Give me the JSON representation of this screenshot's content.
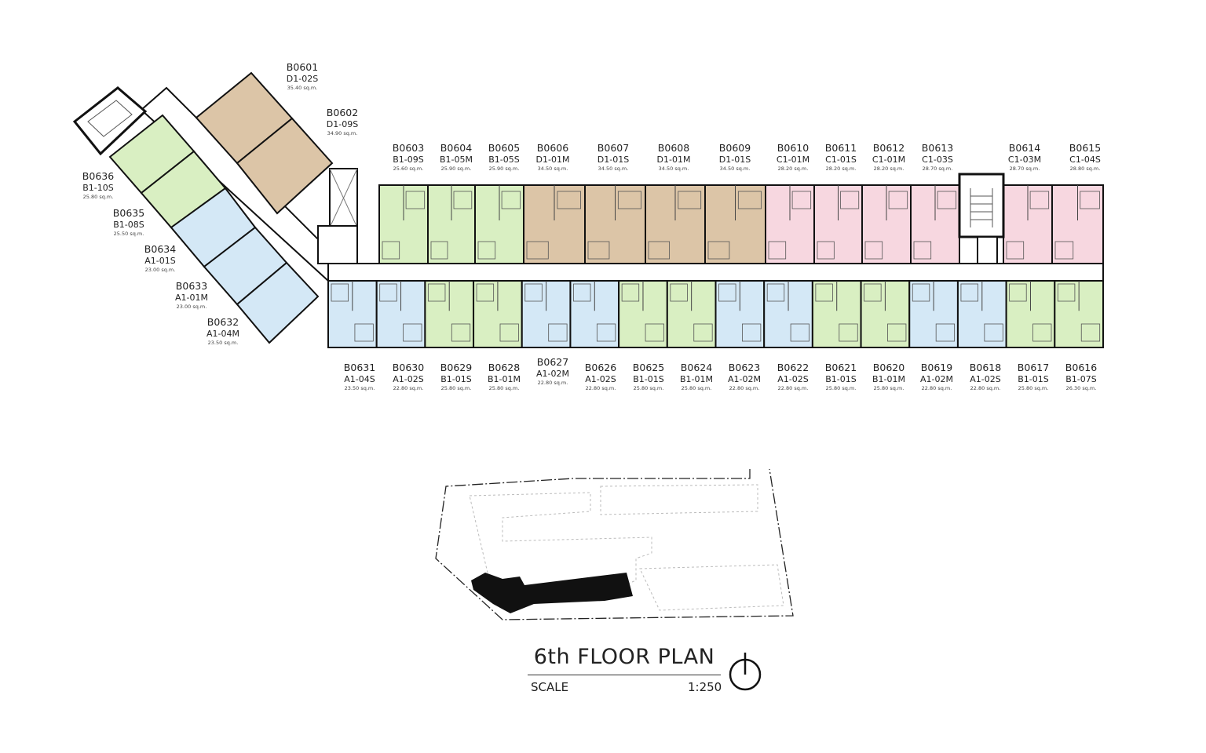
{
  "colors": {
    "green": "#d9efc2",
    "tan": "#dcc5a7",
    "pink": "#f7d7e0",
    "blue": "#d4e8f6"
  },
  "units_top": [
    {
      "id": "B0603",
      "type": "B1-09S",
      "area": "25.60 sq.m.",
      "zone": "green"
    },
    {
      "id": "B0604",
      "type": "B1-05M",
      "area": "25.90 sq.m.",
      "zone": "green"
    },
    {
      "id": "B0605",
      "type": "B1-05S",
      "area": "25.90 sq.m.",
      "zone": "green"
    },
    {
      "id": "B0606",
      "type": "D1-01M",
      "area": "34.50 sq.m.",
      "zone": "tan"
    },
    {
      "id": "B0607",
      "type": "D1-01S",
      "area": "34.50 sq.m.",
      "zone": "tan"
    },
    {
      "id": "B0608",
      "type": "D1-01M",
      "area": "34.50 sq.m.",
      "zone": "tan"
    },
    {
      "id": "B0609",
      "type": "D1-01S",
      "area": "34.50 sq.m.",
      "zone": "tan"
    },
    {
      "id": "B0610",
      "type": "C1-01M",
      "area": "28.20 sq.m.",
      "zone": "pink"
    },
    {
      "id": "B0611",
      "type": "C1-01S",
      "area": "28.20 sq.m.",
      "zone": "pink"
    },
    {
      "id": "B0612",
      "type": "C1-01M",
      "area": "28.20 sq.m.",
      "zone": "pink"
    },
    {
      "id": "B0613",
      "type": "C1-03S",
      "area": "28.70 sq.m.",
      "zone": "pink"
    },
    {
      "id": "B0614",
      "type": "C1-03M",
      "area": "28.70 sq.m.",
      "zone": "pink"
    },
    {
      "id": "B0615",
      "type": "C1-04S",
      "area": "28.80 sq.m.",
      "zone": "pink"
    }
  ],
  "units_bottom": [
    {
      "id": "B0631",
      "type": "A1-04S",
      "area": "23.50 sq.m.",
      "zone": "blue"
    },
    {
      "id": "B0630",
      "type": "A1-02S",
      "area": "22.80 sq.m.",
      "zone": "blue"
    },
    {
      "id": "B0629",
      "type": "B1-01S",
      "area": "25.80 sq.m.",
      "zone": "green"
    },
    {
      "id": "B0628",
      "type": "B1-01M",
      "area": "25.80 sq.m.",
      "zone": "green"
    },
    {
      "id": "B0627",
      "type": "A1-02M",
      "area": "22.80 sq.m.",
      "zone": "blue"
    },
    {
      "id": "B0626",
      "type": "A1-02S",
      "area": "22.80 sq.m.",
      "zone": "blue"
    },
    {
      "id": "B0625",
      "type": "B1-01S",
      "area": "25.80 sq.m.",
      "zone": "green"
    },
    {
      "id": "B0624",
      "type": "B1-01M",
      "area": "25.80 sq.m.",
      "zone": "green"
    },
    {
      "id": "B0623",
      "type": "A1-02M",
      "area": "22.80 sq.m.",
      "zone": "blue"
    },
    {
      "id": "B0622",
      "type": "A1-02S",
      "area": "22.80 sq.m.",
      "zone": "blue"
    },
    {
      "id": "B0621",
      "type": "B1-01S",
      "area": "25.80 sq.m.",
      "zone": "green"
    },
    {
      "id": "B0620",
      "type": "B1-01M",
      "area": "25.80 sq.m.",
      "zone": "green"
    },
    {
      "id": "B0619",
      "type": "A1-02M",
      "area": "22.80 sq.m.",
      "zone": "blue"
    },
    {
      "id": "B0618",
      "type": "A1-02S",
      "area": "22.80 sq.m.",
      "zone": "blue"
    },
    {
      "id": "B0617",
      "type": "B1-01S",
      "area": "25.80 sq.m.",
      "zone": "green"
    },
    {
      "id": "B0616",
      "type": "B1-07S",
      "area": "26.30 sq.m.",
      "zone": "green"
    }
  ],
  "units_wing": [
    {
      "id": "B0601",
      "type": "D1-02S",
      "area": "35.40 sq.m.",
      "zone": "tan"
    },
    {
      "id": "B0602",
      "type": "D1-09S",
      "area": "34.90 sq.m.",
      "zone": "tan"
    },
    {
      "id": "B0636",
      "type": "B1-10S",
      "area": "25.80 sq.m.",
      "zone": "green"
    },
    {
      "id": "B0635",
      "type": "B1-08S",
      "area": "25.50 sq.m.",
      "zone": "green"
    },
    {
      "id": "B0634",
      "type": "A1-01S",
      "area": "23.00 sq.m.",
      "zone": "blue"
    },
    {
      "id": "B0633",
      "type": "A1-01M",
      "area": "23.00 sq.m.",
      "zone": "blue"
    },
    {
      "id": "B0632",
      "type": "A1-04M",
      "area": "23.50 sq.m.",
      "zone": "blue"
    }
  ],
  "title": "6th FLOOR PLAN",
  "scale_label": "SCALE",
  "scale_value": "1:250"
}
